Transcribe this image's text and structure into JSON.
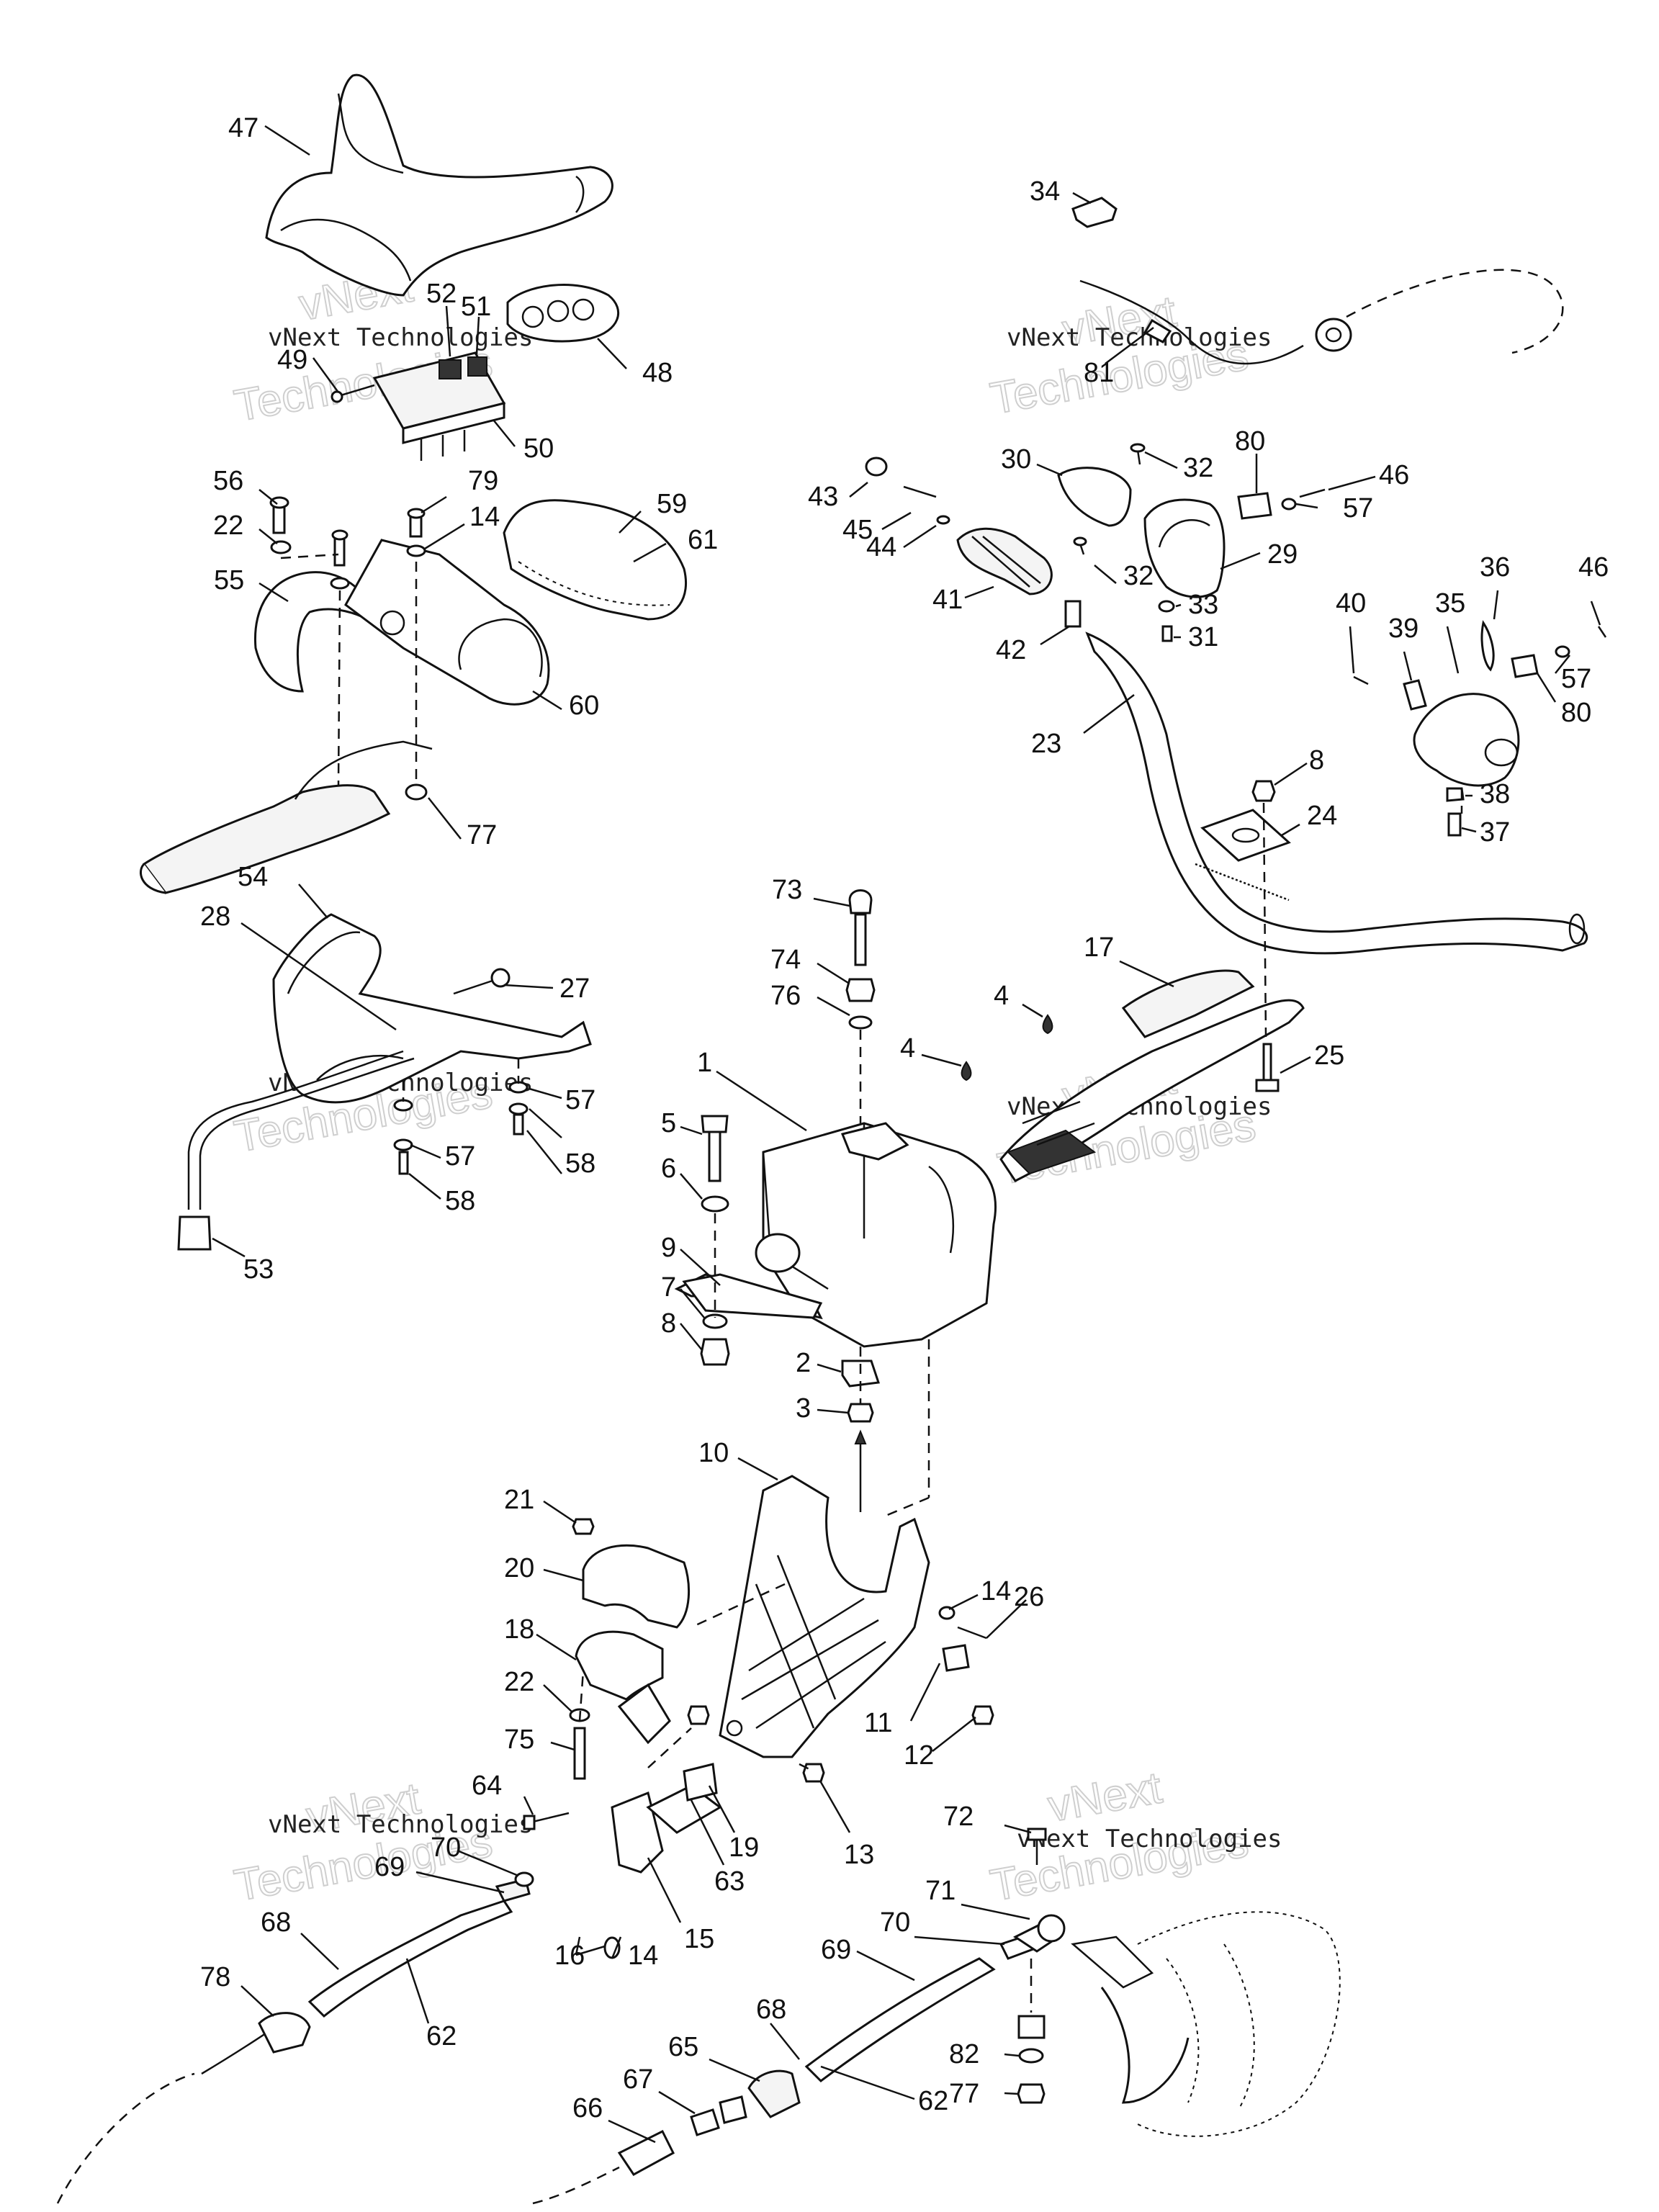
{
  "watermark": {
    "line_small": "vNext Technologies",
    "line_big_1": "vNext",
    "line_big_2": "Technologies"
  },
  "callouts": [
    {
      "id": "c47",
      "text": "47"
    },
    {
      "id": "c34",
      "text": "34"
    },
    {
      "id": "c52",
      "text": "52"
    },
    {
      "id": "c51",
      "text": "51"
    },
    {
      "id": "c49",
      "text": "49"
    },
    {
      "id": "c48",
      "text": "48"
    },
    {
      "id": "c50",
      "text": "50"
    },
    {
      "id": "c81",
      "text": "81"
    },
    {
      "id": "c56",
      "text": "56"
    },
    {
      "id": "c79",
      "text": "79"
    },
    {
      "id": "c59",
      "text": "59"
    },
    {
      "id": "c22a",
      "text": "22"
    },
    {
      "id": "c14a",
      "text": "14"
    },
    {
      "id": "c61",
      "text": "61"
    },
    {
      "id": "c55",
      "text": "55"
    },
    {
      "id": "c60",
      "text": "60"
    },
    {
      "id": "c77a",
      "text": "77"
    },
    {
      "id": "c30",
      "text": "30"
    },
    {
      "id": "c32a",
      "text": "32"
    },
    {
      "id": "c80a",
      "text": "80"
    },
    {
      "id": "c46a",
      "text": "46"
    },
    {
      "id": "c43",
      "text": "43"
    },
    {
      "id": "c45",
      "text": "45"
    },
    {
      "id": "c57a",
      "text": "57"
    },
    {
      "id": "c44",
      "text": "44"
    },
    {
      "id": "c29",
      "text": "29"
    },
    {
      "id": "c32b",
      "text": "32"
    },
    {
      "id": "c41",
      "text": "41"
    },
    {
      "id": "c33",
      "text": "33"
    },
    {
      "id": "c36",
      "text": "36"
    },
    {
      "id": "c46b",
      "text": "46"
    },
    {
      "id": "c40",
      "text": "40"
    },
    {
      "id": "c35",
      "text": "35"
    },
    {
      "id": "c42",
      "text": "42"
    },
    {
      "id": "c31",
      "text": "31"
    },
    {
      "id": "c39",
      "text": "39"
    },
    {
      "id": "c57b",
      "text": "57"
    },
    {
      "id": "c80b",
      "text": "80"
    },
    {
      "id": "c23",
      "text": "23"
    },
    {
      "id": "c8a",
      "text": "8"
    },
    {
      "id": "c38",
      "text": "38"
    },
    {
      "id": "c24",
      "text": "24"
    },
    {
      "id": "c37",
      "text": "37"
    },
    {
      "id": "c54",
      "text": "54"
    },
    {
      "id": "c28",
      "text": "28"
    },
    {
      "id": "c27",
      "text": "27"
    },
    {
      "id": "c73",
      "text": "73"
    },
    {
      "id": "c17",
      "text": "17"
    },
    {
      "id": "c74",
      "text": "74"
    },
    {
      "id": "c76",
      "text": "76"
    },
    {
      "id": "c4a",
      "text": "4"
    },
    {
      "id": "c57c",
      "text": "57"
    },
    {
      "id": "c25",
      "text": "25"
    },
    {
      "id": "c1",
      "text": "1"
    },
    {
      "id": "c4b",
      "text": "4"
    },
    {
      "id": "c57d",
      "text": "57"
    },
    {
      "id": "c58a",
      "text": "58"
    },
    {
      "id": "c58b",
      "text": "58"
    },
    {
      "id": "c5",
      "text": "5"
    },
    {
      "id": "c6",
      "text": "6"
    },
    {
      "id": "c53",
      "text": "53"
    },
    {
      "id": "c9",
      "text": "9"
    },
    {
      "id": "c7",
      "text": "7"
    },
    {
      "id": "c8b",
      "text": "8"
    },
    {
      "id": "c2",
      "text": "2"
    },
    {
      "id": "c3",
      "text": "3"
    },
    {
      "id": "c10",
      "text": "10"
    },
    {
      "id": "c21",
      "text": "21"
    },
    {
      "id": "c20",
      "text": "20"
    },
    {
      "id": "c14b",
      "text": "14"
    },
    {
      "id": "c26",
      "text": "26"
    },
    {
      "id": "c18",
      "text": "18"
    },
    {
      "id": "c22b",
      "text": "22"
    },
    {
      "id": "c11",
      "text": "11"
    },
    {
      "id": "c12",
      "text": "12"
    },
    {
      "id": "c75",
      "text": "75"
    },
    {
      "id": "c64",
      "text": "64"
    },
    {
      "id": "c19",
      "text": "19"
    },
    {
      "id": "c13",
      "text": "13"
    },
    {
      "id": "c63",
      "text": "63"
    },
    {
      "id": "c72",
      "text": "72"
    },
    {
      "id": "c70a",
      "text": "70"
    },
    {
      "id": "c69a",
      "text": "69"
    },
    {
      "id": "c15",
      "text": "15"
    },
    {
      "id": "c71",
      "text": "71"
    },
    {
      "id": "c68a",
      "text": "68"
    },
    {
      "id": "c70b",
      "text": "70"
    },
    {
      "id": "c16",
      "text": "16"
    },
    {
      "id": "c14c",
      "text": "14"
    },
    {
      "id": "c69b",
      "text": "69"
    },
    {
      "id": "c78",
      "text": "78"
    },
    {
      "id": "c62a",
      "text": "62"
    },
    {
      "id": "c68b",
      "text": "68"
    },
    {
      "id": "c82",
      "text": "82"
    },
    {
      "id": "c65",
      "text": "65"
    },
    {
      "id": "c77b",
      "text": "77"
    },
    {
      "id": "c67",
      "text": "67"
    },
    {
      "id": "c66",
      "text": "66"
    },
    {
      "id": "c62b",
      "text": "62"
    }
  ]
}
